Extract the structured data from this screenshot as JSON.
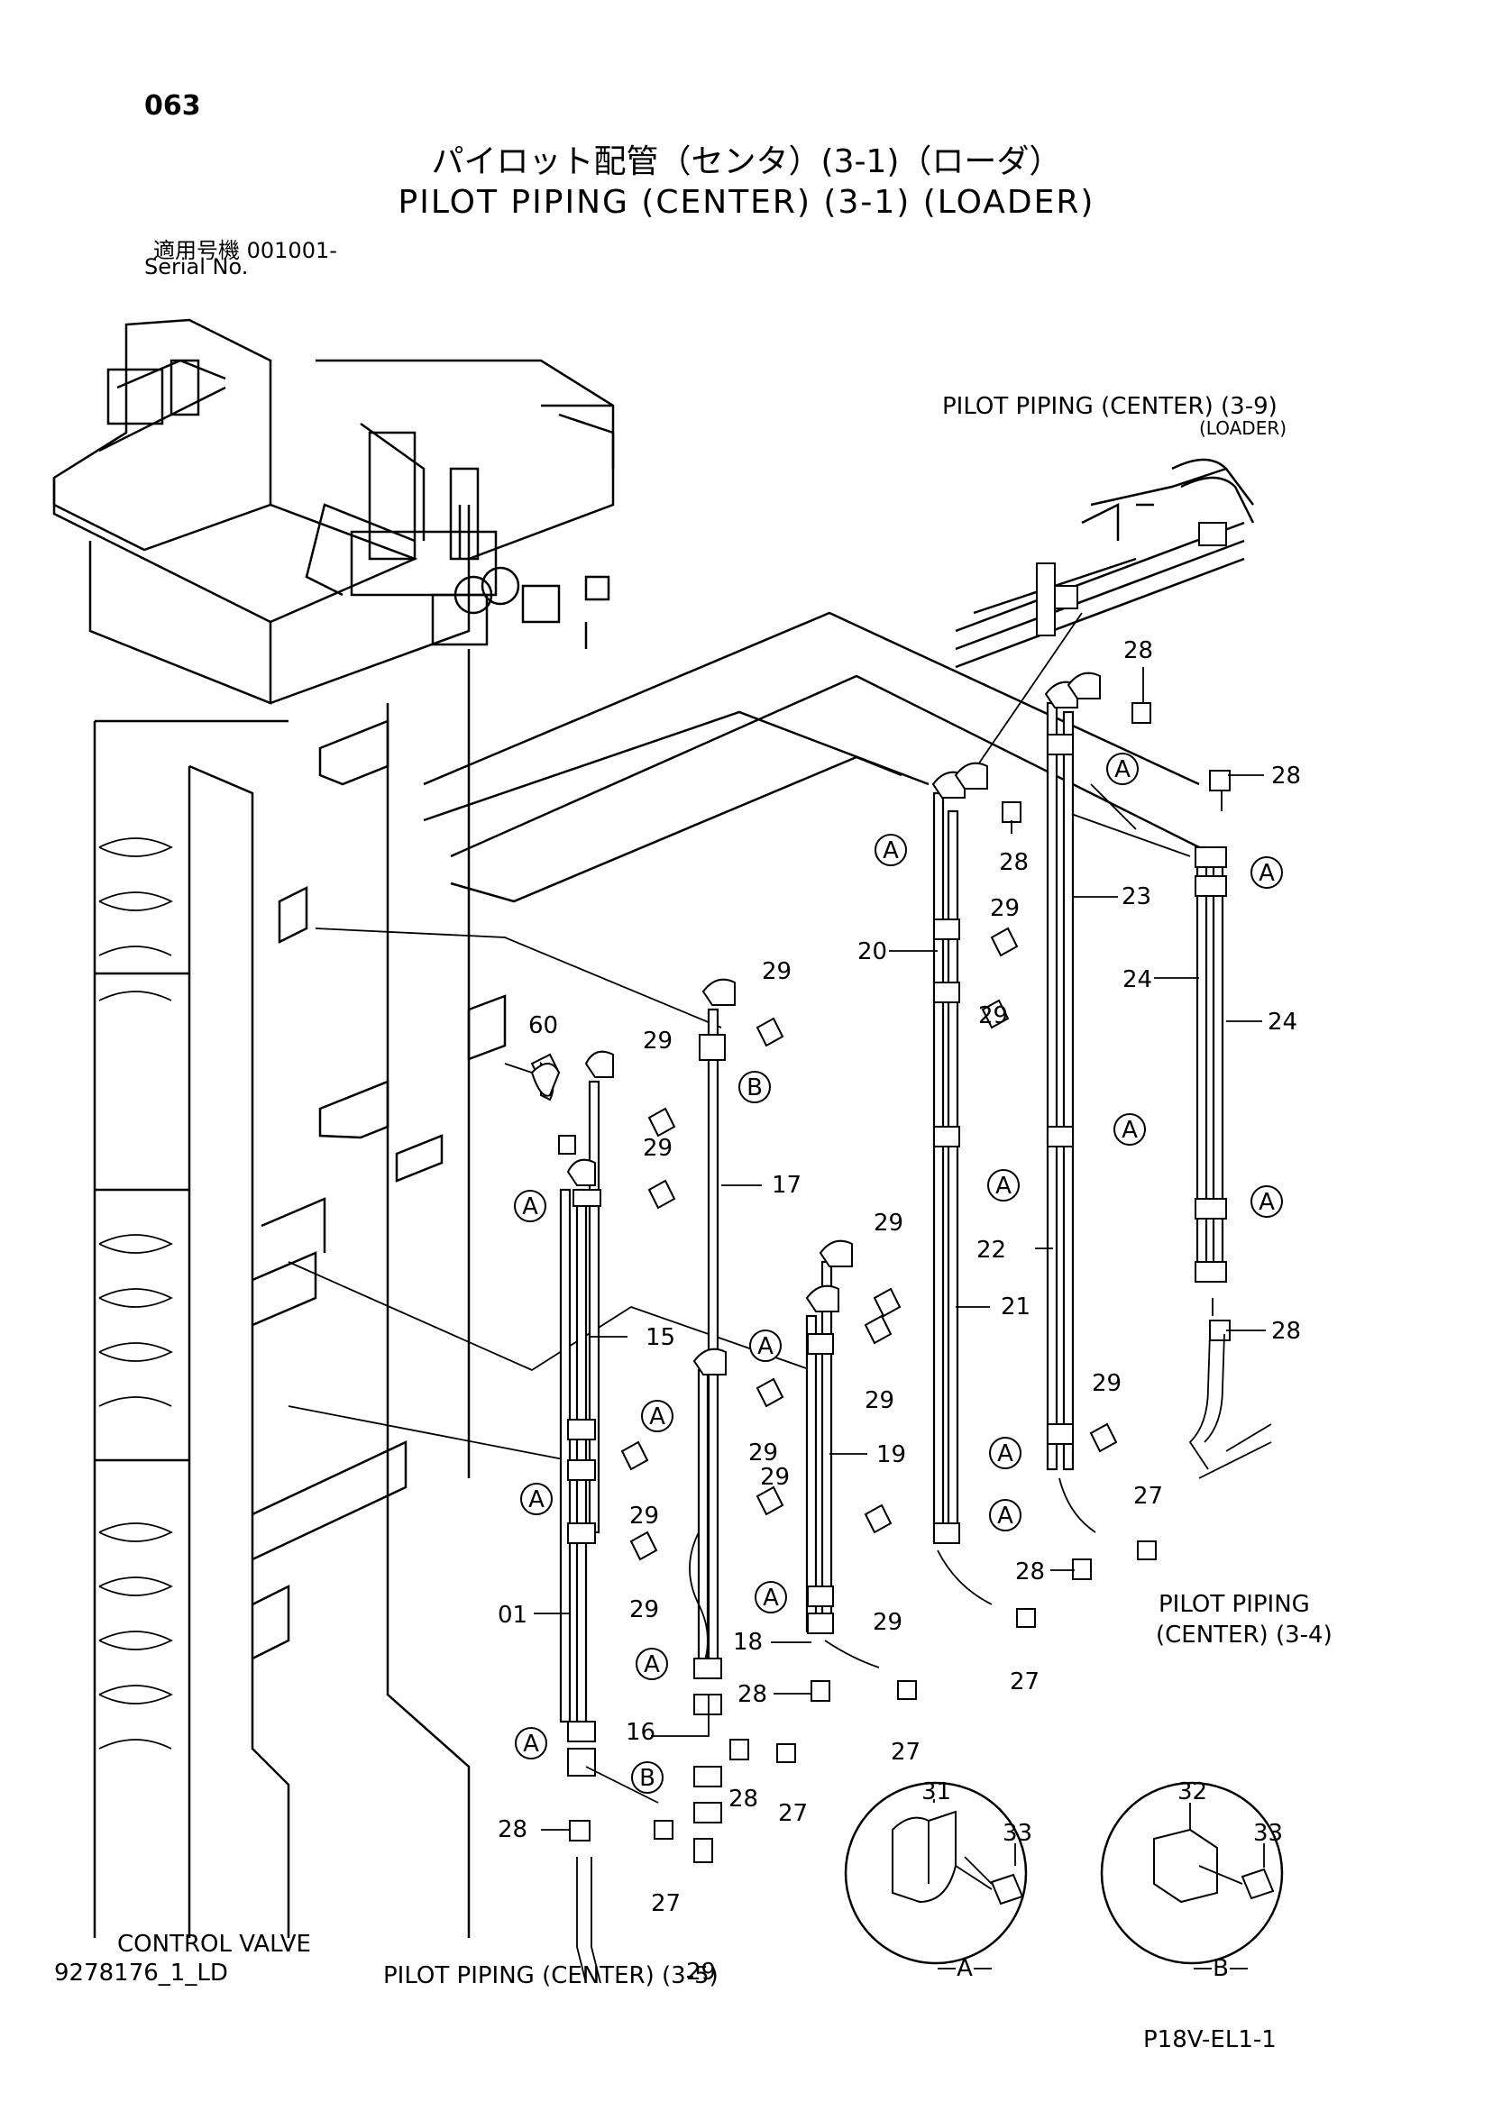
{
  "page_number": "063",
  "title_jp": "パイロット配管（センタ）(3-1)（ローダ）",
  "title_en": "PILOT PIPING (CENTER) (3-1) (LOADER)",
  "serial_jp": "適用号機  001001-",
  "serial_en": "Serial No.",
  "references": {
    "top_right": "PILOT PIPING (CENTER) (3-9)",
    "top_right_sub": "(LOADER)",
    "right": "PILOT PIPING",
    "right_sub": "(CENTER) (3-4)",
    "bottom": "PILOT PIPING (CENTER) (3-5)",
    "control_valve": "CONTROL VALVE"
  },
  "drawing_id": "9278176_1_LD",
  "sheet_code": "P18V-EL1-1",
  "callouts": {
    "p01": "01",
    "p15": "15",
    "p16": "16",
    "p17": "17",
    "p18": "18",
    "p19": "19",
    "p20": "20",
    "p21": "21",
    "p22": "22",
    "p23": "23",
    "p24a": "24",
    "p24b": "24",
    "p27": "27",
    "p28": "28",
    "p29": "29",
    "p60": "60",
    "p31": "31",
    "p32": "32",
    "p33": "33"
  },
  "markers": {
    "a": "A",
    "b": "B"
  },
  "detail_labels": {
    "a": "A",
    "b": "B"
  }
}
